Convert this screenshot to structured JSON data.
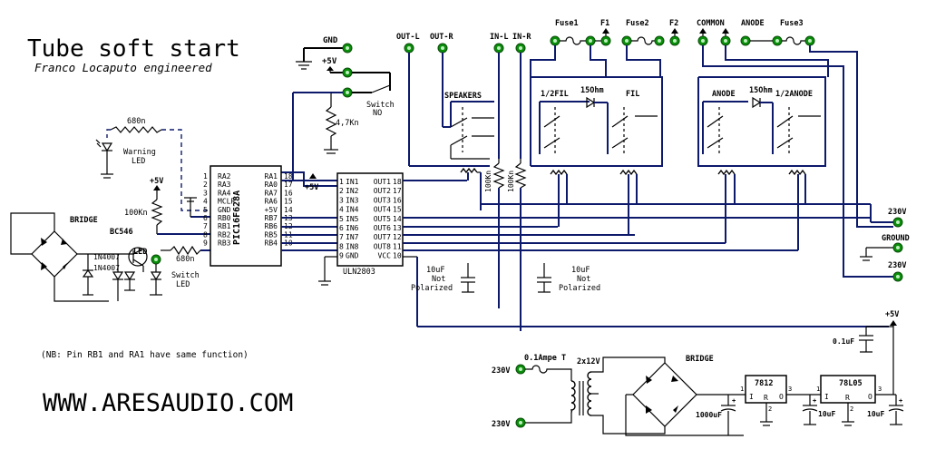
{
  "title": "Tube soft start",
  "subtitle": "Franco Locaputo engineered",
  "website": "WWW.ARESAUDIO.COM",
  "note": "(NB: Pin RB1 and RA1 have same function)",
  "colors": {
    "wire_blue": "#0d1a6b",
    "terminal_green": "#0a8f0a",
    "wire_black": "#000000"
  },
  "top_terminals": {
    "gnd": "GND",
    "plus5": "+5V",
    "switch_no": [
      "Switch",
      "NO"
    ],
    "out_l": "OUT-L",
    "out_r": "OUT-R",
    "in_l": "IN-L",
    "in_r": "IN-R",
    "fuse1": "Fuse1",
    "f1": "F1",
    "fuse2": "Fuse2",
    "f2": "F2",
    "common": "COMMON",
    "anode": "ANODE",
    "fuse3": "Fuse3"
  },
  "relays": {
    "speakers": "SPEAKERS",
    "half_fil": "1/2FIL",
    "ohm150_a": "15Ohm",
    "fil": "FIL",
    "anode": "ANODE",
    "ohm150_b": "15Ohm",
    "half_anode": "1/2ANODE"
  },
  "resistors": {
    "r680_top": "680n",
    "r47k": "4,7Kn",
    "r100k": "100Kn",
    "r100k_v1": "100Kn",
    "r100k_v2": "100Kn",
    "r680_led": "680n"
  },
  "labels": {
    "warning_led": [
      "Warning",
      "LED"
    ],
    "plus5_mcu": "+5V",
    "plus5_uln": "+5V",
    "bridge_left": "BRIDGE",
    "bc546": "BC546",
    "d1": "1N4007",
    "d2": "1N4007",
    "led": "LED",
    "switch_led": [
      "Switch",
      "LED"
    ]
  },
  "pic": {
    "name": "PIC16F628A",
    "left_pins": [
      {
        "num": "1",
        "name": "RA2"
      },
      {
        "num": "2",
        "name": "RA3"
      },
      {
        "num": "3",
        "name": "RA4"
      },
      {
        "num": "4",
        "name": "MCLR"
      },
      {
        "num": "5",
        "name": "GND"
      },
      {
        "num": "6",
        "name": "RB0"
      },
      {
        "num": "7",
        "name": "RB1"
      },
      {
        "num": "8",
        "name": "RB2"
      },
      {
        "num": "9",
        "name": "RB3"
      }
    ],
    "right_pins": [
      {
        "num": "18",
        "name": "RA1"
      },
      {
        "num": "17",
        "name": "RA0"
      },
      {
        "num": "16",
        "name": "RA7"
      },
      {
        "num": "15",
        "name": "RA6"
      },
      {
        "num": "14",
        "name": "+5V"
      },
      {
        "num": "13",
        "name": "RB7"
      },
      {
        "num": "12",
        "name": "RB6"
      },
      {
        "num": "11",
        "name": "RB5"
      },
      {
        "num": "10",
        "name": "RB4"
      }
    ]
  },
  "uln": {
    "name": "ULN2803",
    "left_pins": [
      {
        "num": "1",
        "name": "IN1"
      },
      {
        "num": "2",
        "name": "IN2"
      },
      {
        "num": "3",
        "name": "IN3"
      },
      {
        "num": "4",
        "name": "IN4"
      },
      {
        "num": "5",
        "name": "IN5"
      },
      {
        "num": "6",
        "name": "IN6"
      },
      {
        "num": "7",
        "name": "IN7"
      },
      {
        "num": "8",
        "name": "IN8"
      },
      {
        "num": "9",
        "name": "GND"
      }
    ],
    "right_pins": [
      {
        "num": "18",
        "name": "OUT1"
      },
      {
        "num": "17",
        "name": "OUT2"
      },
      {
        "num": "16",
        "name": "OUT3"
      },
      {
        "num": "15",
        "name": "OUT4"
      },
      {
        "num": "14",
        "name": "OUT5"
      },
      {
        "num": "13",
        "name": "OUT6"
      },
      {
        "num": "12",
        "name": "OUT7"
      },
      {
        "num": "11",
        "name": "OUT8"
      },
      {
        "num": "10",
        "name": "VCC"
      }
    ]
  },
  "caps_mid": {
    "c1": [
      "10uF",
      "Not",
      "Polarized"
    ],
    "c2": [
      "10uF",
      "Not",
      "Polarized"
    ]
  },
  "right_terminals": {
    "v230a": "230V",
    "ground": "GROUND",
    "v230b": "230V"
  },
  "psu": {
    "fuse": "0.1Ampe T",
    "v230_top": "230V",
    "v230_bot": "230V",
    "transformer": "2x12V",
    "bridge": "BRIDGE",
    "c1000": "1000uF",
    "reg1": "7812",
    "reg2": "78L05",
    "pin_i1": "I",
    "pin_o1": "O",
    "pin_r1": "R",
    "pin_1a": "1",
    "pin_3a": "3",
    "pin_2a": "2",
    "pin_i2": "I",
    "pin_o2": "O",
    "pin_r2": "R",
    "pin_1b": "1",
    "pin_3b": "3",
    "pin_2b": "2",
    "c10a": "10uF",
    "c10b": "10uF",
    "c01": "0.1uF",
    "plus5_out": "+5V"
  }
}
